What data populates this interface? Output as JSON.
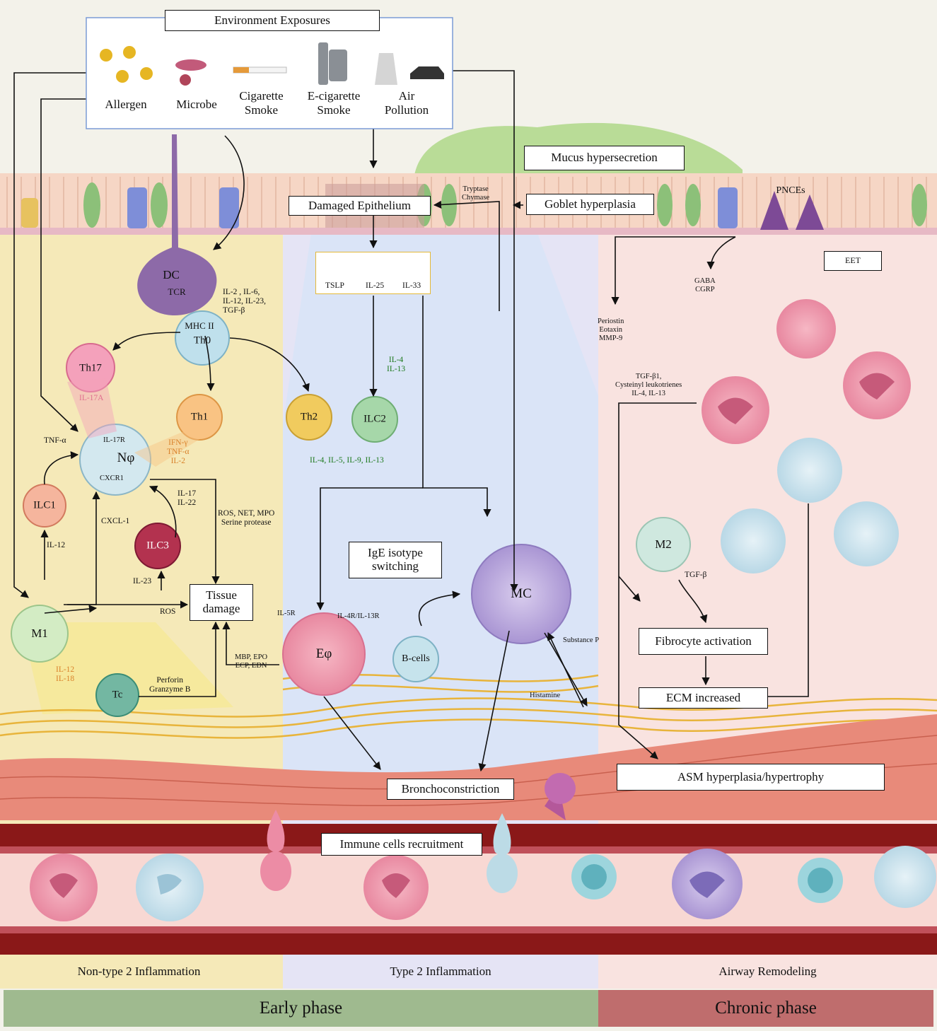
{
  "environment": {
    "title": "Environment Exposures",
    "items": [
      "Allergen",
      "Microbe",
      "Cigarette\nSmoke",
      "E-cigarette\nSmoke",
      "Air\nPollution"
    ]
  },
  "boxes": {
    "mucus": "Mucus hypersecretion",
    "goblet": "Goblet hyperplasia",
    "damaged": "Damaged Epithelium",
    "tissue_damage": "Tissue\ndamage",
    "ige": "IgE isotype\nswitching",
    "fibrocyte": "Fibrocyte activation",
    "ecm": "ECM increased",
    "asm": "ASM hyperplasia/hypertrophy",
    "broncho": "Bronchoconstriction",
    "recruit": "Immune cells recruitment",
    "eet": "EET"
  },
  "cells": {
    "dc": "DC",
    "tcr": "TCR",
    "mhc": "MHC II",
    "th0": "Th0",
    "th17": "Th17",
    "th1": "Th1",
    "th2": "Th2",
    "ilc2": "ILC2",
    "ilc1": "ILC1",
    "ilc3": "ILC3",
    "neutrophil": "Nφ",
    "m1": "M1",
    "m2": "M2",
    "tc": "Tc",
    "eos": "Eφ",
    "bcells": "B-cells",
    "mc": "MC",
    "pnces": "PNCEs"
  },
  "labels": {
    "dc_cytokines": "IL-2 , IL-6,\nIL-12, IL-23,\nTGF-β",
    "il17a": "IL-17A",
    "th1_cyt": "IFN-γ\nTNF-α\nIL-2",
    "il17r": "IL-17R",
    "cxcr1": "CXCR1",
    "tnfa": "TNF-α",
    "cxcl1": "CXCL-1",
    "il12": "IL-12",
    "il23": "IL-23",
    "ros": "ROS",
    "il17_22": "IL-17\nIL-22",
    "nφ_out": "ROS, NET, MPO\nSerine protease",
    "il12_18": "IL-12\nIL-18",
    "perforin": "Perforin\nGranzyme B",
    "tslp": "TSLP",
    "il25": "IL-25",
    "il33": "IL-33",
    "il4_13": "IL-4\nIL-13",
    "th2_cyt": "IL-4, IL-5, IL-9, IL-13",
    "il5r": "IL-5R",
    "il4r": "IL-4R/IL-13R",
    "eos_out": "MBP, EPO\nECP, EDN",
    "tryptase": "Tryptase\nChymase",
    "substance_p": "Substance P",
    "histamine": "Histamine",
    "periostin": "Periostin\nEotaxin\nMMP-9",
    "gaba": "GABA\nCGRP",
    "tgfb1": "TGF-β1,\nCysteinyl leukotrienes\nIL-4, IL-13",
    "tgfb": "TGF-β"
  },
  "footer": {
    "sections": [
      "Non-type 2 Inflammation",
      "Type 2 Inflammation",
      "Airway Remodeling"
    ],
    "phases": [
      "Early phase",
      "Chronic phase"
    ]
  },
  "colors": {
    "zone_left": "#f5e9b8",
    "zone_mid": "#e3e3f4",
    "zone_right": "#f8e1de",
    "early": "#9fba8f",
    "chronic": "#bf6d6d",
    "vessel": "#8a1818"
  }
}
